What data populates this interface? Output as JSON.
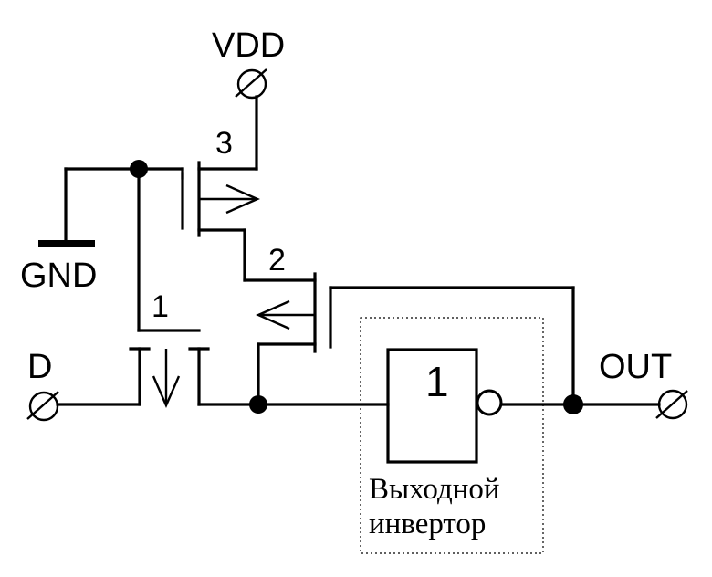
{
  "terminals": {
    "vdd": "VDD",
    "gnd": "GND",
    "d": "D",
    "out": "OUT"
  },
  "transistors": {
    "t1": "1",
    "t2": "2",
    "t3": "3"
  },
  "inverter": {
    "symbol": "1",
    "caption_line1": "Выходной",
    "caption_line2": "инвертор"
  }
}
